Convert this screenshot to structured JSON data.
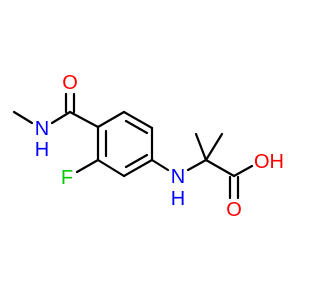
{
  "molecule": {
    "colors": {
      "bond": "#000000",
      "oxygen": "#ff0000",
      "nitrogen": "#0000ff",
      "fluorine": "#00cc00",
      "hydrogen_on_nitrogen": "#0000ff"
    },
    "atoms": {
      "o_carbonyl_amide": "O",
      "n_amide": "N",
      "h_amide": "H",
      "fluorine": "F",
      "n_amine": "N",
      "h_amine": "H",
      "o_hydroxyl": "OH",
      "o_carbonyl_acid": "O"
    }
  }
}
